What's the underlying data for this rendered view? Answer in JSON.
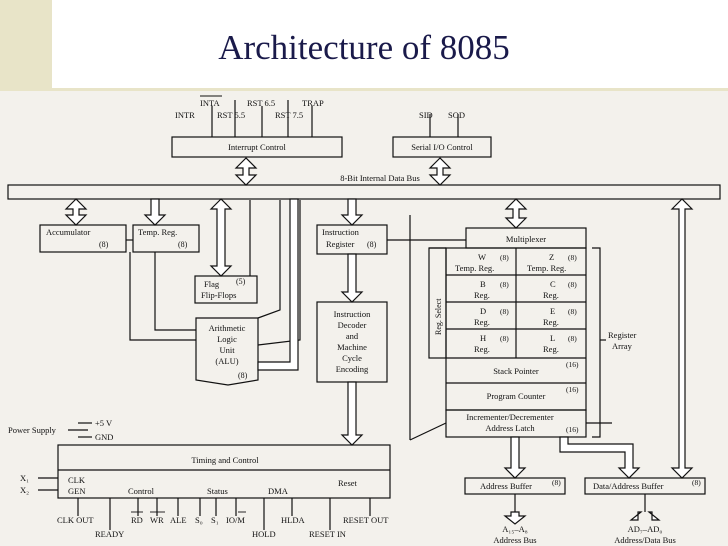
{
  "slide": {
    "title": "Architecture of 8085",
    "colors": {
      "accent_bar": "#e8e4c8",
      "scan_bg": "#f3f1ec",
      "ink": "#111111",
      "title": "#1a1a4a"
    }
  },
  "diagram": {
    "interrupt_inputs": [
      "INTA",
      "RST 6.5",
      "TRAP",
      "INTR",
      "RST 5.5",
      "RST 7.5"
    ],
    "serial_inputs": [
      "SID",
      "SOD"
    ],
    "interrupt_control": "Interrupt Control",
    "serial_control": "Serial I/O Control",
    "data_bus": "8-Bit Internal Data Bus",
    "accumulator": {
      "label": "Accumulator",
      "size": "(8)"
    },
    "temp_reg": {
      "label": "Temp. Reg.",
      "size": "(8)"
    },
    "flag": {
      "line1": "Flag",
      "line2": "Flip-Flops",
      "size": "(5)"
    },
    "alu": {
      "lines": [
        "Arithmetic",
        "Logic",
        "Unit",
        "(ALU)"
      ],
      "size": "(8)"
    },
    "instr_reg": {
      "line1": "Instruction",
      "line2": "Register",
      "size": "(8)"
    },
    "decoder": {
      "lines": [
        "Instruction",
        "Decoder",
        "and",
        "Machine",
        "Cycle",
        "Encoding"
      ]
    },
    "multiplexer": "Multiplexer",
    "reg_select": "Reg. Select",
    "registers": [
      {
        "left": "W",
        "left2": "Temp. Reg.",
        "left_size": "(8)",
        "right": "Z",
        "right2": "Temp. Reg.",
        "right_size": "(8)"
      },
      {
        "left": "B",
        "left2": "Reg.",
        "left_size": "(8)",
        "right": "C",
        "right2": "Reg.",
        "right_size": "(8)"
      },
      {
        "left": "D",
        "left2": "Reg.",
        "left_size": "(8)",
        "right": "E",
        "right2": "Reg.",
        "right_size": "(8)"
      },
      {
        "left": "H",
        "left2": "Reg.",
        "left_size": "(8)",
        "right": "L",
        "right2": "Reg.",
        "right_size": "(8)"
      }
    ],
    "stack_pointer": {
      "label": "Stack Pointer",
      "size": "(16)"
    },
    "program_counter": {
      "label": "Program Counter",
      "size": "(16)"
    },
    "inc_dec": {
      "line1": "Incrementer/Decrementer",
      "line2": "Address Latch",
      "size": "(16)"
    },
    "register_array": {
      "line1": "Register",
      "line2": "Array"
    },
    "power": {
      "label": "Power Supply",
      "v5": "+5 V",
      "gnd": "GND"
    },
    "timing": {
      "title": "Timing and Control",
      "clk": "CLK",
      "gen": "GEN",
      "control": "Control",
      "status": "Status",
      "dma": "DMA",
      "reset": "Reset"
    },
    "clock_inputs": {
      "x1": "X₁",
      "x2": "X₂"
    },
    "bottom_signals": {
      "clk_out": "CLK OUT",
      "rd": "RD",
      "wr": "WR",
      "ale": "ALE",
      "s0": "S₀",
      "s1": "S₁",
      "io_m": "IO/M",
      "hlda": "HLDA",
      "reset_out": "RESET OUT",
      "ready": "READY",
      "hold": "HOLD",
      "reset_in": "RESET IN"
    },
    "address_buffer": {
      "label": "Address Buffer",
      "size": "(8)"
    },
    "data_address_buffer": {
      "label": "Data/Address Buffer",
      "size": "(8)"
    },
    "address_bus": {
      "line1": "A₁₅–A₈",
      "line2": "Address Bus"
    },
    "data_bus_out": {
      "line1": "AD₇–AD₀",
      "line2": "Address/Data Bus"
    }
  }
}
